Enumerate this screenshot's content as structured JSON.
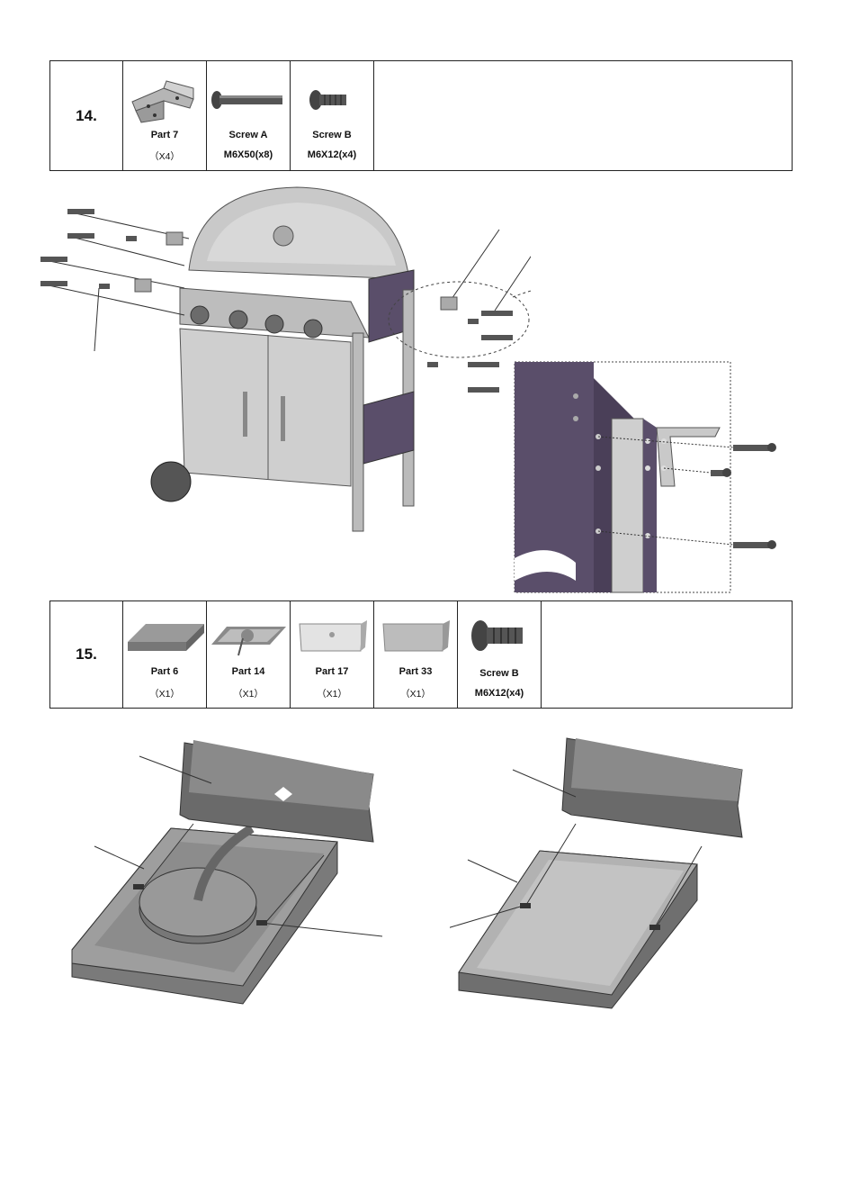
{
  "step14": {
    "number": "14.",
    "parts": [
      {
        "label": "Part 7",
        "qty": "（X4）",
        "icon": "bracket-icon"
      },
      {
        "label": "Screw A",
        "qty": "M6X50(x8)",
        "icon": "long-screw-icon"
      },
      {
        "label": "Screw B",
        "qty": "M6X12(x4)",
        "icon": "short-screw-icon"
      }
    ]
  },
  "step15": {
    "number": "15.",
    "parts": [
      {
        "label": "Part 6",
        "qty": "（X1）",
        "icon": "side-shelf-icon"
      },
      {
        "label": "Part 14",
        "qty": "（X1）",
        "icon": "burner-shelf-icon"
      },
      {
        "label": "Part 17",
        "qty": "（X1）",
        "icon": "shelf-back-icon"
      },
      {
        "label": "Part 33",
        "qty": "（X1）",
        "icon": "shelf-back-panel-icon"
      },
      {
        "label": "Screw B",
        "qty": "M6X12(x4)",
        "icon": "short-screw-icon"
      }
    ]
  },
  "colors": {
    "purple_panel": "#5a4e6a",
    "steel": "#b8b8b8",
    "dark_steel": "#6e6e6e",
    "line": "#222222"
  }
}
